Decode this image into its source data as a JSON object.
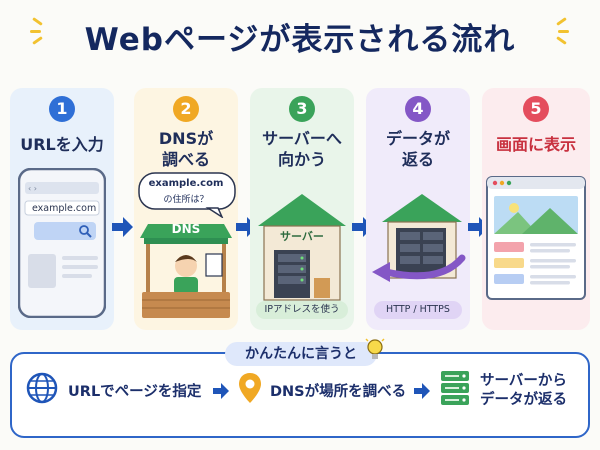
{
  "title": "Webページが表示される流れ",
  "steps": [
    {
      "num": "1",
      "line1": "URLを入力",
      "line2": "",
      "color": "#2f6fd6",
      "bg": "#e8f1fb"
    },
    {
      "num": "2",
      "line1": "DNSが",
      "line2": "調べる",
      "color": "#f0a824",
      "bg": "#fdf5e2"
    },
    {
      "num": "3",
      "line1": "サーバーへ",
      "line2": "向かう",
      "color": "#3aa35a",
      "bg": "#e9f5ea"
    },
    {
      "num": "4",
      "line1": "データが",
      "line2": "返る",
      "color": "#8457c6",
      "bg": "#f0ebfa"
    },
    {
      "num": "5",
      "line1": "画面に表示",
      "line2": "",
      "color": "#e44d5d",
      "bg": "#fcecee"
    }
  ],
  "url_text": "example.com",
  "dns_bubble": {
    "line1": "example.com",
    "line2": "の住所は？"
  },
  "dns_sign": "DNS",
  "server_sign": "サーバー",
  "ip_pill": "IPアドレスを使う",
  "http_pill": "HTTP / HTTPS",
  "summary": {
    "heading": "かんたんに言うと",
    "item1": "URLでページを指定",
    "item2": "DNSが場所を調べる",
    "item3_line1": "サーバーから",
    "item3_line2": "データが返る"
  },
  "colors": {
    "navy": "#14285f",
    "blue": "#2f66c8",
    "arrow": "#1f55b8"
  },
  "icons": [
    "globe-icon",
    "location-pin-icon",
    "server-stack-icon",
    "lightbulb-icon",
    "search-icon"
  ]
}
